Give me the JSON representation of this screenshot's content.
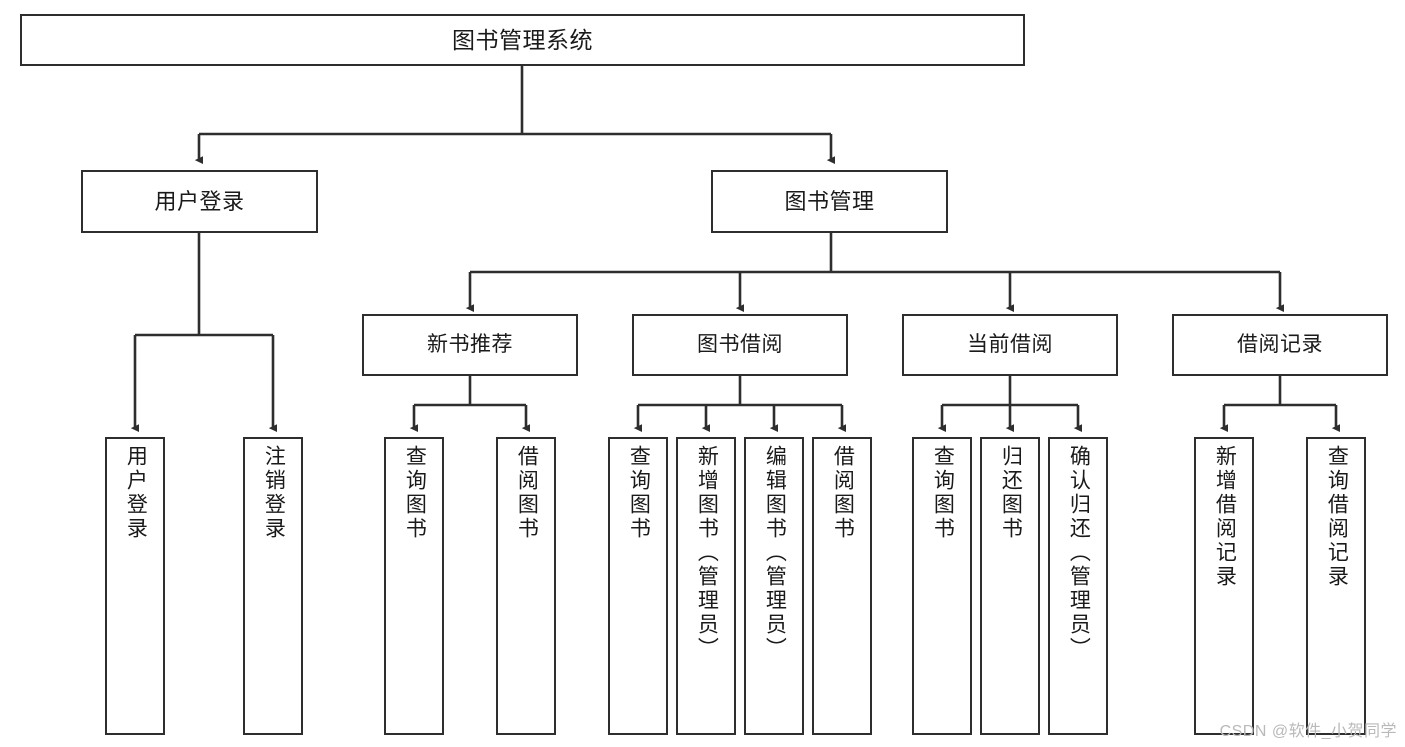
{
  "diagram": {
    "type": "tree",
    "title": "图书管理系统",
    "colors": {
      "box_border": "#2e2e2e",
      "box_fill": "#ffffff",
      "edge": "#2e2e2e",
      "text": "#1a1a1a",
      "watermark": "#b9b9b9",
      "background": "#ffffff"
    },
    "root": {
      "label": "图书管理系统"
    },
    "branches": [
      {
        "label": "用户登录"
      },
      {
        "label": "图书管理"
      }
    ],
    "groups": [
      {
        "label": "新书推荐"
      },
      {
        "label": "图书借阅"
      },
      {
        "label": "当前借阅"
      },
      {
        "label": "借阅记录"
      }
    ],
    "leaves": {
      "user_login": [
        {
          "label": "用户登录"
        },
        {
          "label": "注销登录"
        }
      ],
      "new_book_recommend": [
        {
          "label": "查询图书"
        },
        {
          "label": "借阅图书"
        }
      ],
      "book_borrow": [
        {
          "label": "查询图书"
        },
        {
          "label": "新增图书（管理员）"
        },
        {
          "label": "编辑图书（管理员）"
        },
        {
          "label": "借阅图书"
        }
      ],
      "current_borrow": [
        {
          "label": "查询图书"
        },
        {
          "label": "归还图书"
        },
        {
          "label": "确认归还（管理员）"
        }
      ],
      "borrow_record": [
        {
          "label": "新增借阅记录"
        },
        {
          "label": "查询借阅记录"
        }
      ]
    },
    "watermark": "CSDN @软件_小贺同学"
  }
}
